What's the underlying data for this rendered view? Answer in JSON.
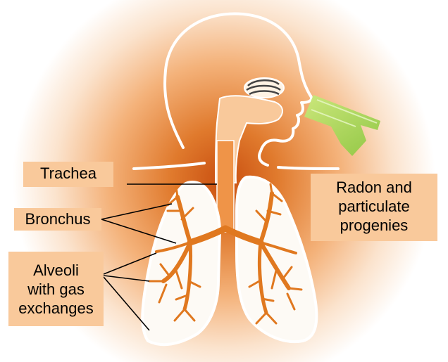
{
  "labels": {
    "trachea": "Trachea",
    "bronchus": "Bronchus",
    "alveoli": [
      "Alveoli",
      "with gas",
      "exchanges"
    ],
    "radon": [
      "Radon and",
      "particulate",
      "progenies"
    ]
  },
  "colors": {
    "glow_center": "#e8772a",
    "glow_edge": "#ffffff",
    "label_bg": "#f9c99b",
    "airway": "#e0781f",
    "outline": "#ffffff",
    "arrow_green": "#9ed14a",
    "lung_fill": "#fdfaf5"
  },
  "icons": {
    "head": "head-silhouette-icon",
    "nasal": "nasal-cavity-icon",
    "arrow": "inhalation-arrow-icon"
  }
}
